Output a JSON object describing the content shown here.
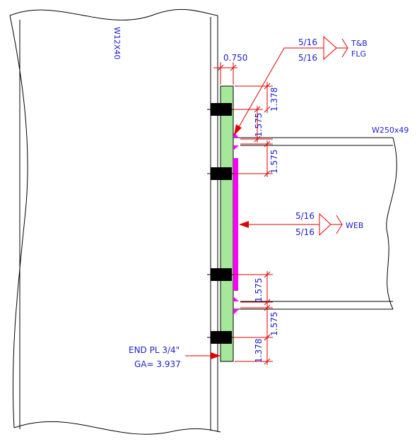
{
  "column": {
    "section": "W12X40"
  },
  "beam": {
    "section": "W250x49"
  },
  "plate_thickness": "0.750",
  "flange_weld": {
    "top_size": "5/16",
    "bottom_size": "5/16",
    "note_line1": "T&B",
    "note_line2": "FLG"
  },
  "web_weld": {
    "top_size": "5/16",
    "bottom_size": "5/16",
    "note": "WEB"
  },
  "dims": {
    "top_edge": "1.378",
    "top_bolt_to_flange": "1.575",
    "flange_to_bolt2": "1.575",
    "bolt3_to_flange": "1.575",
    "flange_to_bolt4": "1.575",
    "bottom_edge": "1.378"
  },
  "end_plate": {
    "line1": "END PL 3/4\"",
    "line2": "GA= 3.937"
  },
  "colors": {
    "plate": "#a6e89a",
    "weld": "#ff00ff",
    "dimension": "#e00000",
    "text": "#1d1dcc",
    "bolt": "#000000"
  }
}
